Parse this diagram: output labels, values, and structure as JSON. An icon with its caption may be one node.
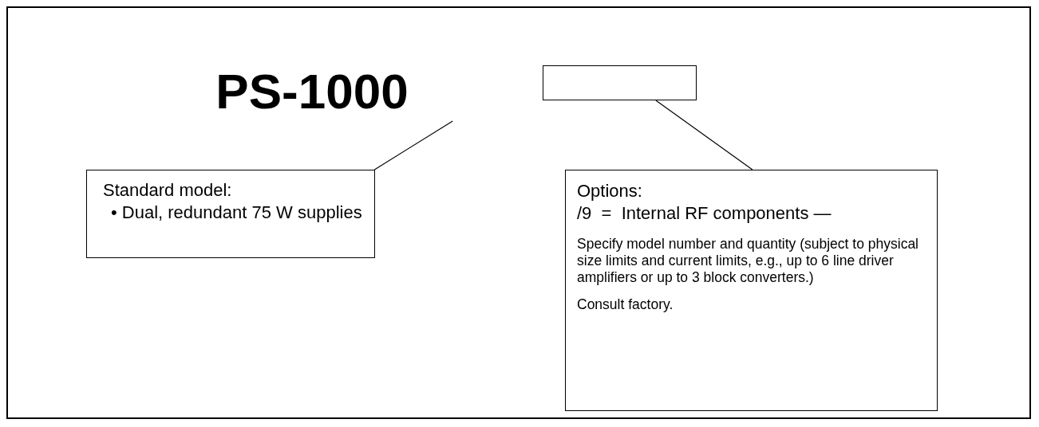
{
  "diagram": {
    "nodes": [
      {
        "text": [
          "PS-1000"
        ]
      },
      {
        "text": [],
        "shape": "box"
      },
      {
        "text": [
          "Standard model:",
          "• Dual, redundant 75 W supplies"
        ]
      },
      {
        "text": [
          "Options:",
          "/9  =  Internal RF components —",
          "Specify model number and quantity (subject to physical size limits and current limits, e.g., up to 6 line driver amplifiers or up to 3 block converters.)",
          "Consult factory."
        ]
      }
    ],
    "edges": [
      {
        "from": 0,
        "to": 2,
        "arrow": "none"
      },
      {
        "from": 1,
        "to": 3,
        "arrow": "none"
      }
    ]
  }
}
